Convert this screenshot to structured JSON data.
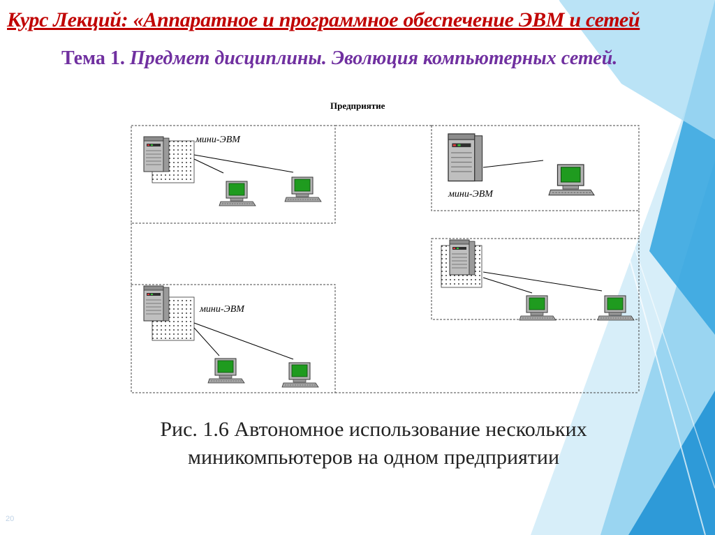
{
  "slide": {
    "title": "Курс Лекций: «Аппаратное и программное обеспечение ЭВМ и сетей",
    "subtitle_lead": "Тема 1.",
    "subtitle_rest": " Предмет дисциплины. Эволюция компьютерных сетей.",
    "page_number": "20"
  },
  "diagram": {
    "title": "Предприятие",
    "minicomputer_label": "мини-ЭВМ",
    "departments": [
      {
        "label": "мини-ЭВМ",
        "terminals": 2
      },
      {
        "label": "мини-ЭВМ",
        "terminals": 1
      },
      {
        "label": "мини-ЭВМ",
        "terminals": 2
      },
      {
        "label": "",
        "terminals": 2
      }
    ]
  },
  "caption": {
    "line1": "Рис. 1.6 Автономное использование нескольких",
    "line2": "миникомпьютеров на одном предприятии"
  },
  "colors": {
    "title": "#c00000",
    "subtitle": "#7030a0",
    "screen": "#1f9b1f",
    "accent_blue": "#2e9ad8",
    "accent_light": "#8fd0f0"
  }
}
